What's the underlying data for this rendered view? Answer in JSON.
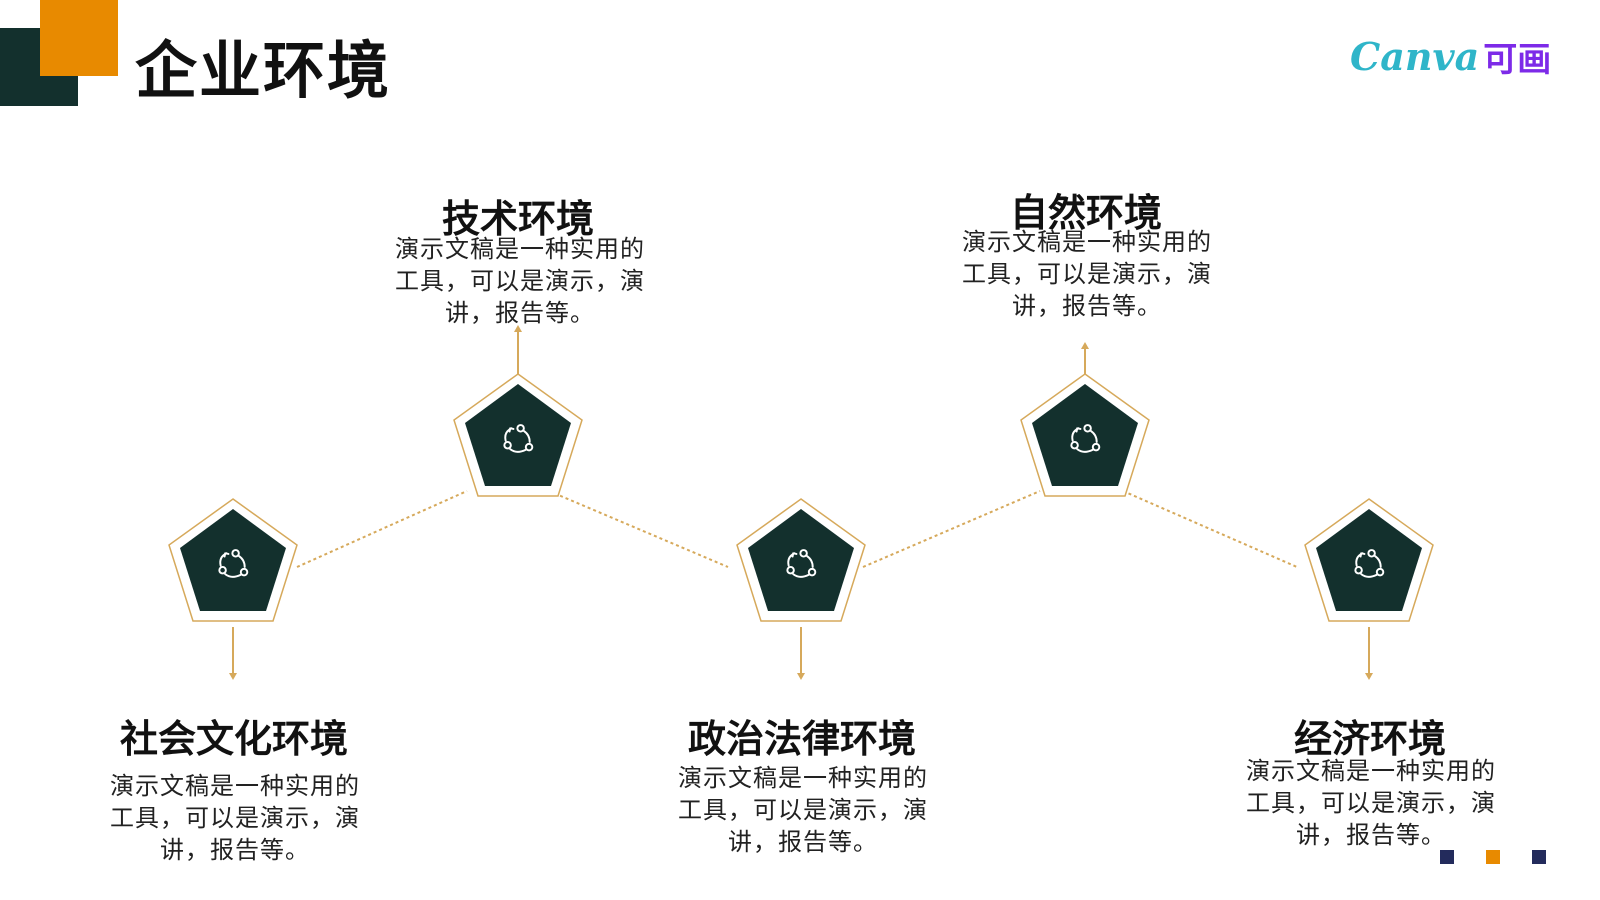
{
  "page": {
    "title": "企业环境",
    "logo_word": "Canva",
    "logo_cn": "可画"
  },
  "colors": {
    "dark": "#13302d",
    "accent": "#e88a00",
    "gold": "#d6a95b",
    "navy": "#232b5c"
  },
  "items": [
    {
      "title": "社会文化环境",
      "desc": "演示文稿是一种实用的工具，可以是演示，演讲，报告等。",
      "icon": "connection-cycle-icon",
      "position": "bottom"
    },
    {
      "title": "技术环境",
      "desc": "演示文稿是一种实用的工具，可以是演示，演讲，报告等。",
      "icon": "connection-cycle-icon",
      "position": "top"
    },
    {
      "title": "政治法律环境",
      "desc": "演示文稿是一种实用的工具，可以是演示，演讲，报告等。",
      "icon": "connection-cycle-icon",
      "position": "bottom"
    },
    {
      "title": "自然环境",
      "desc": "演示文稿是一种实用的工具，可以是演示，演讲，报告等。",
      "icon": "connection-cycle-icon",
      "position": "top"
    },
    {
      "title": "经济环境",
      "desc": "演示文稿是一种实用的工具，可以是演示，演讲，报告等。",
      "icon": "connection-cycle-icon",
      "position": "bottom"
    }
  ]
}
